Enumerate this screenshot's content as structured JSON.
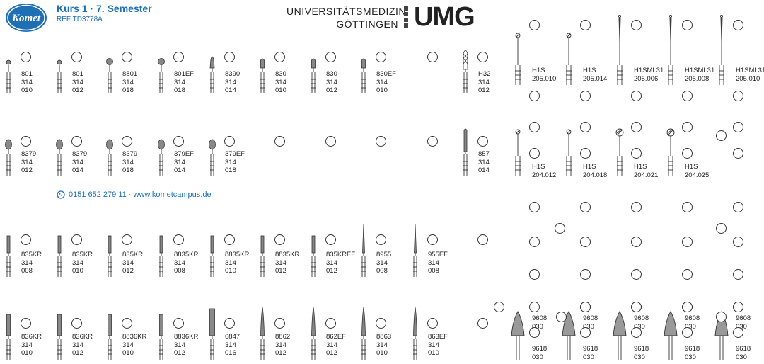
{
  "header": {
    "title": "Kurs 1 · 7. Semester",
    "ref": "REF TD3778A",
    "university_line1": "UNIVERSITÄTSMEDIZIN",
    "university_line2": "GÖTTINGEN",
    "umg": "UMG",
    "logo_text": "Komet"
  },
  "contact": {
    "text": "0151 652 279 11 · www.kometcampus.de",
    "icon": "whatsapp-icon"
  },
  "colors": {
    "brand_blue": "#1f6fb5",
    "ink": "#222222"
  },
  "rows": {
    "row1": [
      {
        "name": "801",
        "shank": "314",
        "size": "010",
        "shape": "round-small"
      },
      {
        "name": "801",
        "shank": "314",
        "size": "012",
        "shape": "round-small"
      },
      {
        "name": "8801",
        "shank": "314",
        "size": "018",
        "shape": "round-large"
      },
      {
        "name": "801EF",
        "shank": "314",
        "size": "018",
        "shape": "round-large"
      },
      {
        "name": "8390",
        "shank": "314",
        "size": "014",
        "shape": "flame-small"
      },
      {
        "name": "830",
        "shank": "314",
        "size": "010",
        "shape": "pear"
      },
      {
        "name": "830",
        "shank": "314",
        "size": "012",
        "shape": "pear"
      },
      {
        "name": "830EF",
        "shank": "314",
        "size": "010",
        "shape": "pear"
      },
      {
        "name": "H32",
        "shank": "314",
        "size": "012",
        "shape": "carbide"
      }
    ],
    "row2": [
      {
        "name": "8379",
        "shank": "314",
        "size": "012",
        "shape": "egg"
      },
      {
        "name": "8379",
        "shank": "314",
        "size": "014",
        "shape": "egg"
      },
      {
        "name": "8379",
        "shank": "314",
        "size": "018",
        "shape": "egg"
      },
      {
        "name": "379EF",
        "shank": "314",
        "size": "014",
        "shape": "egg"
      },
      {
        "name": "379EF",
        "shank": "314",
        "size": "018",
        "shape": "egg"
      },
      {
        "name": "857",
        "shank": "314",
        "size": "014",
        "shape": "long-cylinder"
      }
    ],
    "row3": [
      {
        "name": "835KR",
        "shank": "314",
        "size": "008",
        "shape": "cylinder"
      },
      {
        "name": "835KR",
        "shank": "314",
        "size": "010",
        "shape": "cylinder"
      },
      {
        "name": "835KR",
        "shank": "314",
        "size": "012",
        "shape": "cylinder"
      },
      {
        "name": "8835KR",
        "shank": "314",
        "size": "008",
        "shape": "cylinder"
      },
      {
        "name": "8835KR",
        "shank": "314",
        "size": "010",
        "shape": "cylinder"
      },
      {
        "name": "8835KR",
        "shank": "314",
        "size": "012",
        "shape": "cylinder"
      },
      {
        "name": "835KREF",
        "shank": "314",
        "size": "012",
        "shape": "cylinder"
      },
      {
        "name": "8955",
        "shank": "314",
        "size": "008",
        "shape": "needle"
      },
      {
        "name": "955EF",
        "shank": "314",
        "size": "008",
        "shape": "needle"
      }
    ],
    "row4": [
      {
        "name": "836KR",
        "shank": "314",
        "size": "010",
        "shape": "cylinder-long"
      },
      {
        "name": "836KR",
        "shank": "314",
        "size": "012",
        "shape": "cylinder-long"
      },
      {
        "name": "8836KR",
        "shank": "314",
        "size": "010",
        "shape": "cylinder-long"
      },
      {
        "name": "8836KR",
        "shank": "314",
        "size": "012",
        "shape": "cylinder-long"
      },
      {
        "name": "6847",
        "shank": "314",
        "size": "016",
        "shape": "cylinder-wide"
      },
      {
        "name": "8862",
        "shank": "314",
        "size": "012",
        "shape": "flame-long"
      },
      {
        "name": "862EF",
        "shank": "314",
        "size": "012",
        "shape": "flame-long"
      },
      {
        "name": "8863",
        "shank": "314",
        "size": "010",
        "shape": "flame-long"
      },
      {
        "name": "863EF",
        "shank": "314",
        "size": "010",
        "shape": "flame-long"
      }
    ]
  },
  "endo": {
    "top": [
      {
        "name": "H1S",
        "size": "205.010"
      },
      {
        "name": "H1S",
        "size": "205.014"
      },
      {
        "name": "H1SML31",
        "size": "205.006"
      },
      {
        "name": "H1SML31",
        "size": "205.008"
      },
      {
        "name": "H1SML31",
        "size": "205.010"
      }
    ],
    "mid": [
      {
        "name": "H1S",
        "size": "204.012"
      },
      {
        "name": "H1S",
        "size": "204.018"
      },
      {
        "name": "H1S",
        "size": "204.021"
      },
      {
        "name": "H1S",
        "size": "204.025"
      }
    ],
    "polishers": [
      {
        "a_name": "9608",
        "a_size": "030",
        "b_name": "9618",
        "b_size": "030"
      },
      {
        "a_name": "9608",
        "a_size": "030",
        "b_name": "9618",
        "b_size": "030"
      },
      {
        "a_name": "9608",
        "a_size": "030",
        "b_name": "9618",
        "b_size": "030"
      },
      {
        "a_name": "9608",
        "a_size": "030",
        "b_name": "9618",
        "b_size": "030"
      },
      {
        "a_name": "9608",
        "a_size": "030",
        "b_name": "9618",
        "b_size": "030"
      }
    ]
  }
}
